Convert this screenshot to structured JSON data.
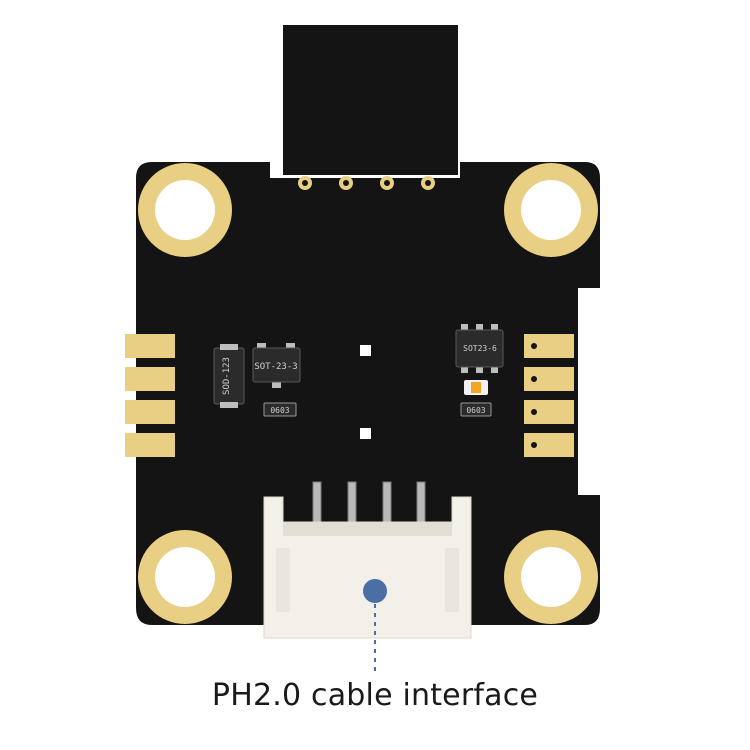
{
  "caption": "PH2.0 cable interface",
  "components": {
    "sot23": "SOT-23-3",
    "sod123": "SOD-123",
    "ic": "SOT23-6",
    "r1": "0603",
    "r2": "0603"
  },
  "colors": {
    "pcb": "#151515",
    "gold": "#e9cf83",
    "gold_dark": "#c9a95a",
    "connector": "#f2efe9",
    "marker": "#4a6fa5"
  }
}
